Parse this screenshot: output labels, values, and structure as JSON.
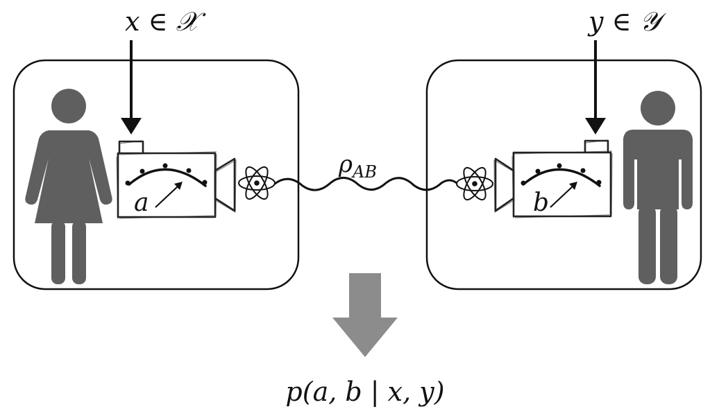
{
  "labels": {
    "alice_input": "x ∈ 𝒳",
    "bob_input": "y ∈ 𝒴",
    "alice_output": "a",
    "bob_output": "b",
    "state": "ρ",
    "state_subscript": "AB",
    "distribution": "p(a, b | x, y)"
  },
  "figures": {
    "alice": "woman-figure-icon",
    "bob": "man-figure-icon",
    "source": "atom-icon",
    "device": "measurement-meter-icon"
  },
  "colors": {
    "figure": "#5f5f5f",
    "arrow_down": "#8c8c8c",
    "ink": "#111111"
  }
}
